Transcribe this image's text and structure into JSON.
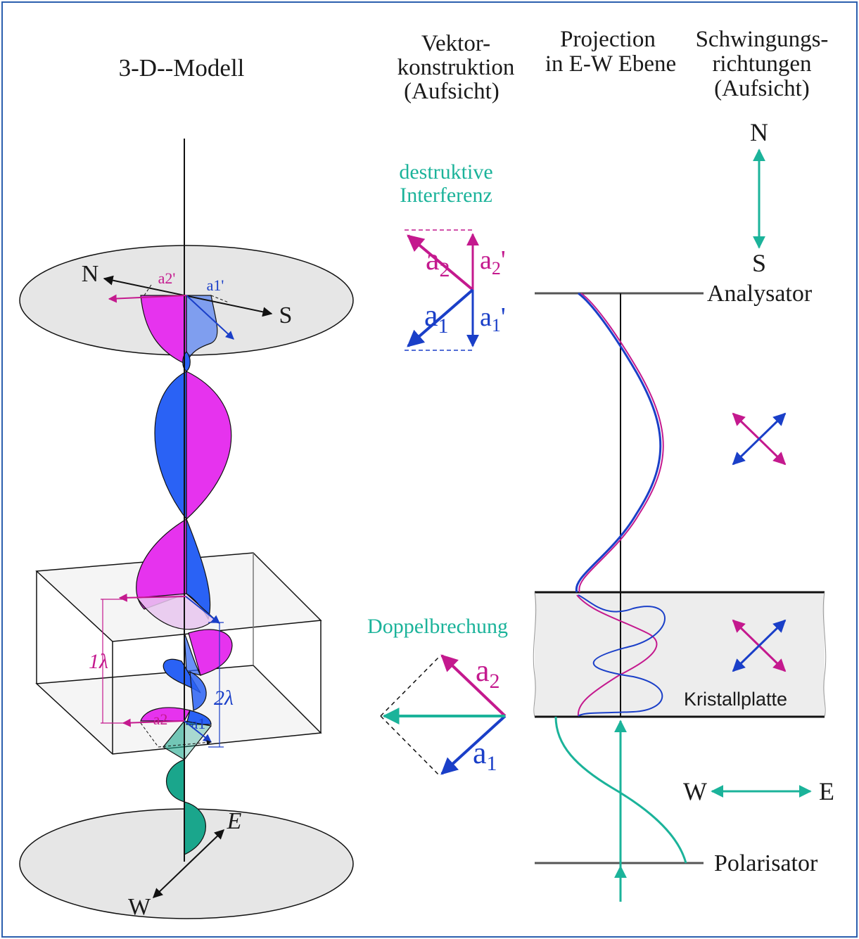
{
  "colors": {
    "frame": "#2b5fae",
    "magenta": "#c4198e",
    "magenta_fill": "#e633ee",
    "blue": "#1a3fc8",
    "blue_fill": "#2a62f5",
    "teal": "#1bb39a",
    "teal_fill": "#1aa68c",
    "grey_fill": "#e6e6e6",
    "black": "#111111"
  },
  "headers": {
    "model": "3-D--Modell",
    "vektor_1": "Vektor-",
    "vektor_2": "konstruktion",
    "vektor_3": "(Aufsicht)",
    "proj_1": "Projection",
    "proj_2": "in E-W Ebene",
    "schw_1": "Schwingungs-",
    "schw_2": "richtungen",
    "schw_3": "(Aufsicht)"
  },
  "model": {
    "north": "N",
    "south": "S",
    "east": "E",
    "west": "W",
    "a2_prime": "a2'",
    "a1_prime": "a1'",
    "a2": "a2",
    "a1": "a1",
    "one_lambda": "1λ",
    "two_lambda": "2λ"
  },
  "vector": {
    "destructive_1": "destruktive",
    "destructive_2": "Interferenz",
    "a2": "a",
    "a2_sub": "2",
    "a2_prime": "a",
    "a2_prime_sub": "2",
    "a2_prime_mark": "'",
    "a1": "a",
    "a1_sub": "1",
    "a1_prime": "a",
    "a1_prime_sub": "1",
    "a1_prime_mark": "'",
    "doppel": "Doppelbrechung",
    "b_a2": "a",
    "b_a2_sub": "2",
    "b_a1": "a",
    "b_a1_sub": "1"
  },
  "projection": {
    "analysator": "Analysator",
    "kristallplatte": "Kristallplatte",
    "polarisator": "Polarisator"
  },
  "directions": {
    "north": "N",
    "south": "S",
    "west": "W",
    "east": "E"
  }
}
